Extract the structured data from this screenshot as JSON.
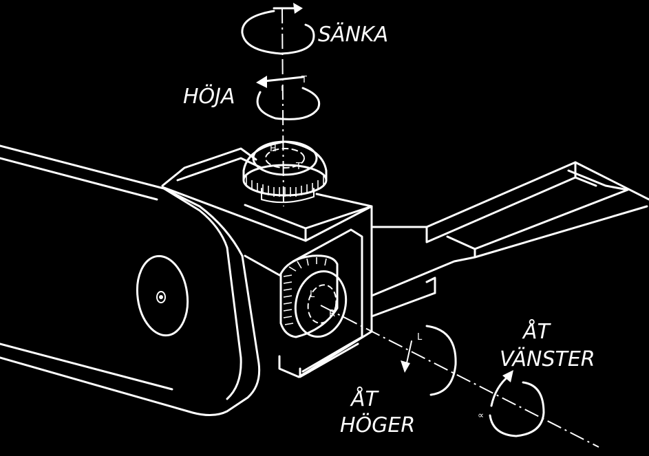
{
  "labels": {
    "sanka": "SÄNKA",
    "hoja": "HÖJA",
    "at_hoger_1": "ÅT",
    "at_hoger_2": "HÖGER",
    "at_vanster_1": "ÅT",
    "at_vanster_2": "VÄNSTER"
  },
  "dial_marks": {
    "top_h": "H",
    "top_t": "T",
    "side_l": "L",
    "side_r": "R"
  },
  "colors": {
    "background": "#000000",
    "line": "#ffffff"
  }
}
